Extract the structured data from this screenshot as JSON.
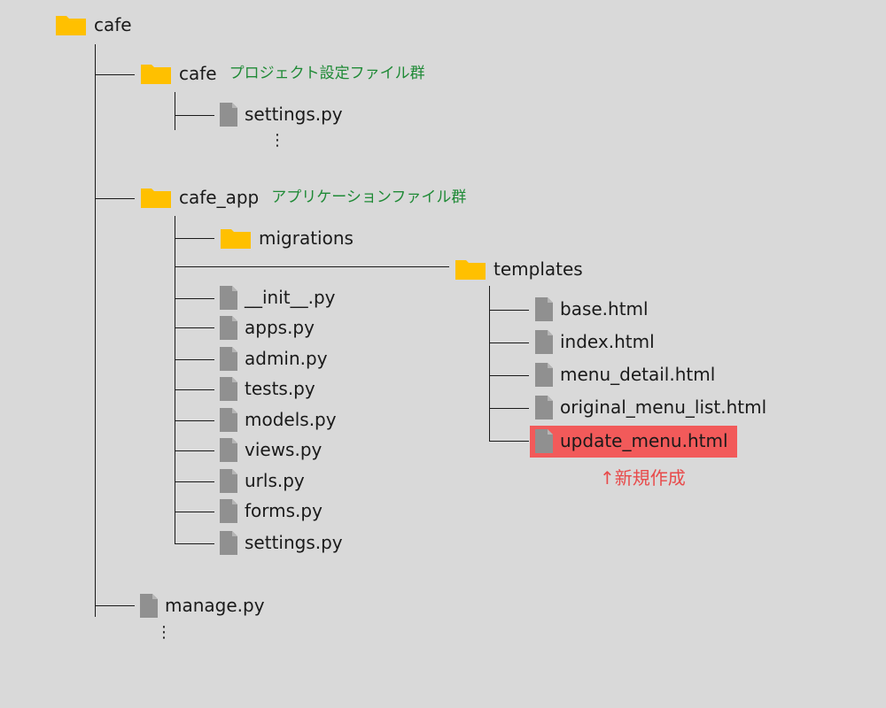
{
  "root": {
    "label": "cafe"
  },
  "cafe_dir": {
    "label": "cafe",
    "note": "プロジェクト設定ファイル群",
    "files": [
      "settings.py"
    ],
    "more": "⋮"
  },
  "cafe_app": {
    "label": "cafe_app",
    "note": "アプリケーションファイル群",
    "migrations": "migrations",
    "templates": {
      "label": "templates",
      "files": [
        "base.html",
        "index.html",
        "menu_detail.html",
        "original_menu_list.html",
        "update_menu.html"
      ]
    },
    "files": [
      "__init__.py",
      "apps.py",
      "admin.py",
      "tests.py",
      "models.py",
      "views.py",
      "urls.py",
      "forms.py",
      "settings.py"
    ]
  },
  "manage": {
    "label": "manage.py",
    "more": "⋮"
  },
  "new_note": "↑新規作成",
  "colors": {
    "folder": "#ffc000",
    "file": "#909090",
    "highlight": "#f25a5a",
    "note_green": "#1f8a36",
    "note_red": "#e84a4a"
  }
}
